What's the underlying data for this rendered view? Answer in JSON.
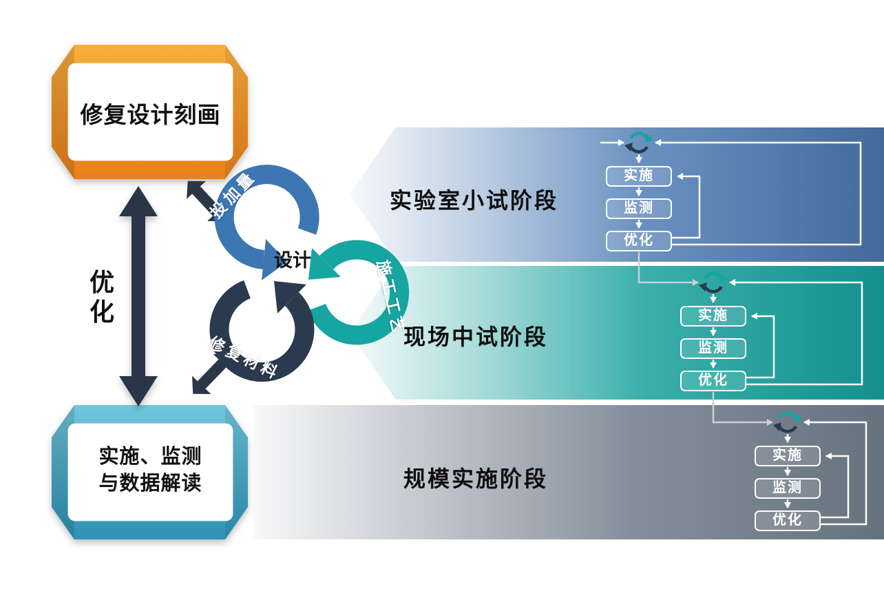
{
  "hexagons": {
    "top": {
      "label": "修复设计刻画",
      "color": "#EF8B21"
    },
    "bottom": {
      "label": "实施、监测\n与数据解读",
      "color": "#3FA3C4"
    }
  },
  "optimize_arrow": {
    "label": "优化",
    "color": "#2B3646"
  },
  "cycle": {
    "center_label": "设计",
    "segments": [
      {
        "label": "投加量",
        "color": "#3C76B3"
      },
      {
        "label": "施工工艺",
        "color": "#16A5A0"
      },
      {
        "label": "修复材料",
        "color": "#2B3A4E"
      }
    ]
  },
  "stages": [
    {
      "label": "实验室小试阶段",
      "color": "#4F7DB3",
      "steps": [
        "实施",
        "监测",
        "优化"
      ]
    },
    {
      "label": "现场中试阶段",
      "color": "#18A19D",
      "steps": [
        "实施",
        "监测",
        "优化"
      ]
    },
    {
      "label": "规模实施阶段",
      "color": "#6F7A89",
      "steps": [
        "实施",
        "监测",
        "优化"
      ]
    }
  ]
}
